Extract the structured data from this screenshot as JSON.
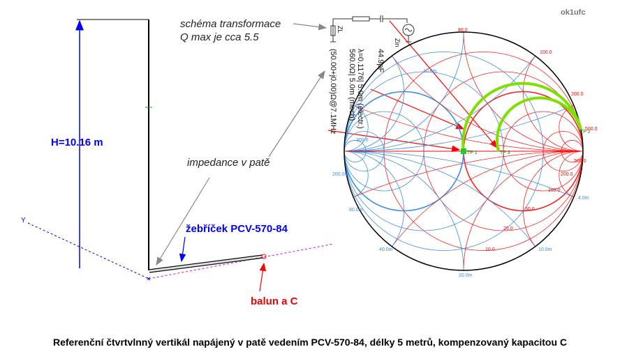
{
  "signature": "ok1ufc",
  "annotations": {
    "schema_line1": "schéma transformace",
    "schema_line2": "Q max je cca 5.5",
    "impedance": "impedance v patě",
    "height": "H=10.16 m",
    "ladder": "žebříček PCV-570-84",
    "balun": "balun a C",
    "axis_y": "Y"
  },
  "circuit": {
    "load_label": "ZL",
    "source_label": "Zin",
    "capacitor": "44.9pF",
    "line_electrical": "λ=0.1176| 5.0m (electr.)",
    "line_mechanical": "560.0Ω| 5.0m (mech)",
    "load_impedance": "(50.00+j0.00)Ω@7.1MHz"
  },
  "smith": {
    "colors": {
      "impedance": "#ff2020",
      "admittance": "#3a8ee8",
      "trace": "#7ee000",
      "outline": "#000000"
    },
    "red_labels": [
      "80.0",
      "100.0",
      "200.0",
      "500.0",
      "500.0",
      "200.0",
      "100.0",
      "50.0",
      "25.0",
      "10.0"
    ],
    "blue_labels": [
      "10.0m",
      "300.0",
      "200.0m",
      "80.0m",
      "40.0m",
      "20.0m",
      "10.0m",
      "4.0m"
    ],
    "points": [
      "TP 1",
      "TP 2",
      "TP 3"
    ]
  },
  "caption": "Referenční čtvrtvlnný vertikál napájený v patě vedením PCV-570-84, délky 5 metrů, kompenzovaný kapacitou C"
}
